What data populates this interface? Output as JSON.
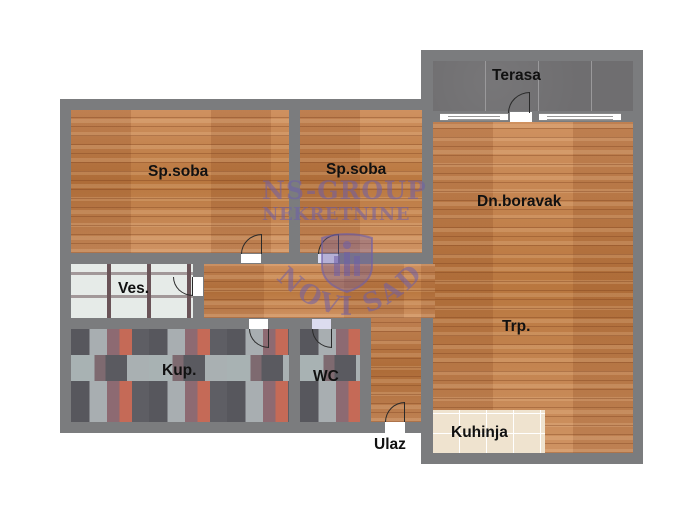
{
  "floorplan": {
    "rooms": [
      {
        "id": "terasa",
        "label": "Terasa",
        "floor": "grey-tile"
      },
      {
        "id": "sp-soba-1",
        "label": "Sp.soba",
        "floor": "wood"
      },
      {
        "id": "sp-soba-2",
        "label": "Sp.soba",
        "floor": "wood"
      },
      {
        "id": "dn-boravak",
        "label": "Dn.boravak",
        "floor": "wood"
      },
      {
        "id": "trpezarija",
        "label": "Trp.",
        "floor": "wood"
      },
      {
        "id": "vesernica",
        "label": "Ves.",
        "floor": "white-tile"
      },
      {
        "id": "kupatilo",
        "label": "Kup.",
        "floor": "stone-tile"
      },
      {
        "id": "wc",
        "label": "WC",
        "floor": "stone-tile"
      },
      {
        "id": "kuhinja",
        "label": "Kuhinja",
        "floor": "beige-tile"
      },
      {
        "id": "ulaz",
        "label": "Ulaz",
        "floor": "wood"
      }
    ],
    "watermark": {
      "line1": "NS-GROUP",
      "line2": "NEKRETNINE",
      "arc_text": "NOVI SAD",
      "emblem": "city-crest-icon"
    },
    "colors": {
      "wall": "#7b7c7e",
      "wood": "#c98a55",
      "watermark": "#6e5faa",
      "background": "#ffffff"
    }
  }
}
